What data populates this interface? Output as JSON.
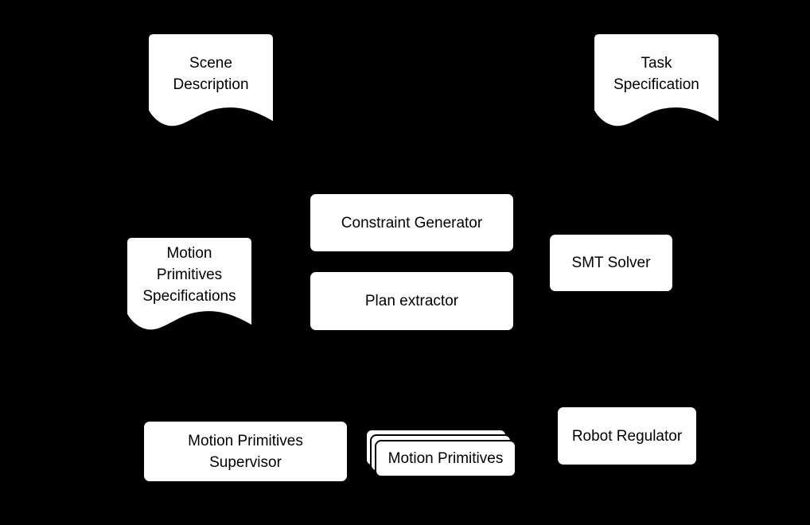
{
  "diagram": {
    "background_color": "#000000",
    "node_fill_color": "#ffffff",
    "node_border_color": "#000000",
    "text_color": "#000000",
    "nodes": [
      {
        "id": "scene-description",
        "shape": "document",
        "label": "Scene\nDescription"
      },
      {
        "id": "task-specification",
        "shape": "document",
        "label": "Task\nSpecification"
      },
      {
        "id": "constraint-generator",
        "shape": "rect",
        "label": "Constraint Generator"
      },
      {
        "id": "smt-solver",
        "shape": "rect",
        "label": "SMT Solver"
      },
      {
        "id": "motion-primitives-specifications",
        "shape": "document",
        "label": "Motion\nPrimitives\nSpecifications"
      },
      {
        "id": "plan-extractor",
        "shape": "rect",
        "label": "Plan extractor"
      },
      {
        "id": "motion-primitives-supervisor",
        "shape": "rect",
        "label": "Motion Primitives\nSupervisor"
      },
      {
        "id": "motion-primitives-stack",
        "shape": "stacked-cards",
        "label": "Motion Primitives"
      },
      {
        "id": "robot-regulator",
        "shape": "rect",
        "label": "Robot Regulator"
      }
    ]
  }
}
